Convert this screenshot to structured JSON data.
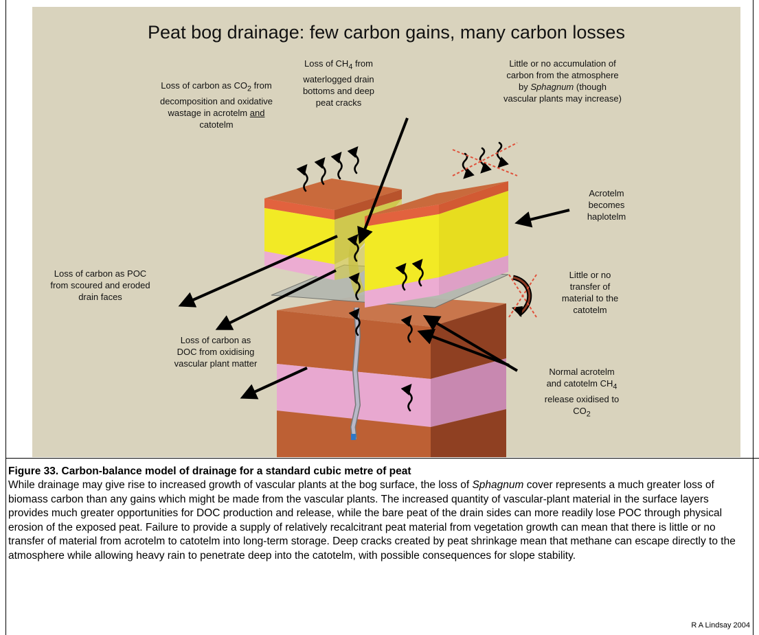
{
  "title": "Peat bog drainage:  few carbon gains, many carbon losses",
  "labels": {
    "co2_loss": {
      "pre": "Loss of carbon as CO",
      "sub": "2",
      "mid": " from decomposition and oxidative wastage in acrotelm ",
      "u": "and",
      "post": " catotelm"
    },
    "ch4_loss": {
      "pre": "Loss of CH",
      "sub": "4",
      "post": " from waterlogged drain bottoms and deep peat cracks"
    },
    "accumulation": {
      "pre": "Little or no accumulation of carbon from the atmosphere by ",
      "em": "Sphagnum",
      "post": " (though vascular plants may increase)"
    },
    "acrotelm": "Acrotelm becomes haplotelm",
    "poc": "Loss of carbon as POC from scoured and eroded drain faces",
    "transfer": "Little or no transfer of material to the catotelm",
    "doc": "Loss of carbon as DOC from oxidising vascular plant matter",
    "normal": {
      "pre": "Normal acrotelm and catotelm CH",
      "sub1": "4",
      "mid": " release oxidised to CO",
      "sub2": "2"
    }
  },
  "caption": {
    "title": "Figure 33.  Carbon-balance model of drainage for a standard cubic metre of peat",
    "body_pre": "While drainage may give rise to increased growth of vascular plants at the bog surface, the loss of ",
    "body_em": "Sphagnum",
    "body_post": " cover represents a much greater loss of biomass carbon than any gains which might be made from the vascular plants.  The increased quantity of vascular-plant material in the surface layers provides much greater opportunities for DOC production and release, while the bare peat of the drain sides can more readily lose POC through physical erosion of the exposed peat.  Failure to provide a supply of relatively recalcitrant peat material from vegetation growth can mean that there is little or no transfer of material from acrotelm to catotelm into long-term storage.  Deep cracks created by peat shrinkage mean that methane can escape directly to the atmosphere while allowing heavy rain to penetrate deep into the catotelm, with possible consequences for slope stability.",
    "credit": "R A Lindsay 2004"
  },
  "colors": {
    "background": "#d9d3bd",
    "surface": "#c0582e",
    "acrotelm": "#f2ea25",
    "pink_layer": "#ecacd2",
    "catotelm": "#bd6034",
    "catotelm_pink": "#e9a9d2",
    "arrow": "#000000",
    "cross": "#e0503a"
  }
}
